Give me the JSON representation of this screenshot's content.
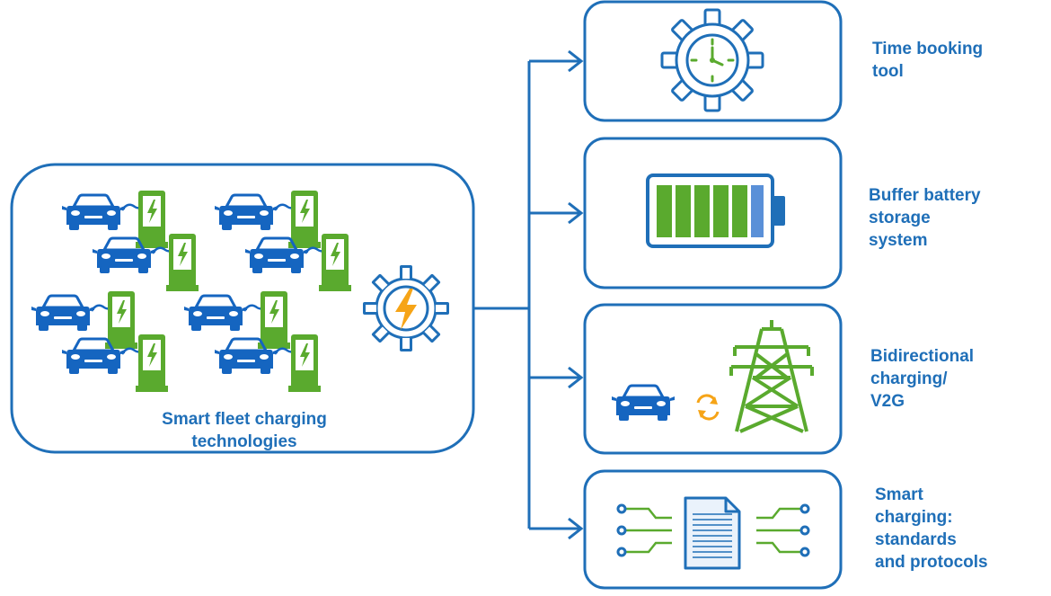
{
  "main": {
    "label_lines": [
      "Smart fleet charging",
      "technologies"
    ]
  },
  "outputs": [
    {
      "id": "time-booking",
      "label_lines": [
        "Time booking",
        "tool"
      ],
      "icon": "clock-gear-icon"
    },
    {
      "id": "buffer-battery",
      "label_lines": [
        "Buffer battery",
        "storage",
        "system"
      ],
      "icon": "battery-icon"
    },
    {
      "id": "bidirectional",
      "label_lines": [
        "Bidirectional",
        "charging/",
        "V2G"
      ],
      "icon": "car-grid-exchange-icon"
    },
    {
      "id": "smart-charging",
      "label_lines": [
        "Smart",
        "charging:",
        "standards",
        "and protocols"
      ],
      "icon": "document-protocol-icon"
    }
  ],
  "colors": {
    "primary_blue": "#1f6fb8",
    "car_blue": "#1565c0",
    "green": "#5aaa2e",
    "orange": "#f6a417",
    "battery_blue": "#5a90d8"
  }
}
